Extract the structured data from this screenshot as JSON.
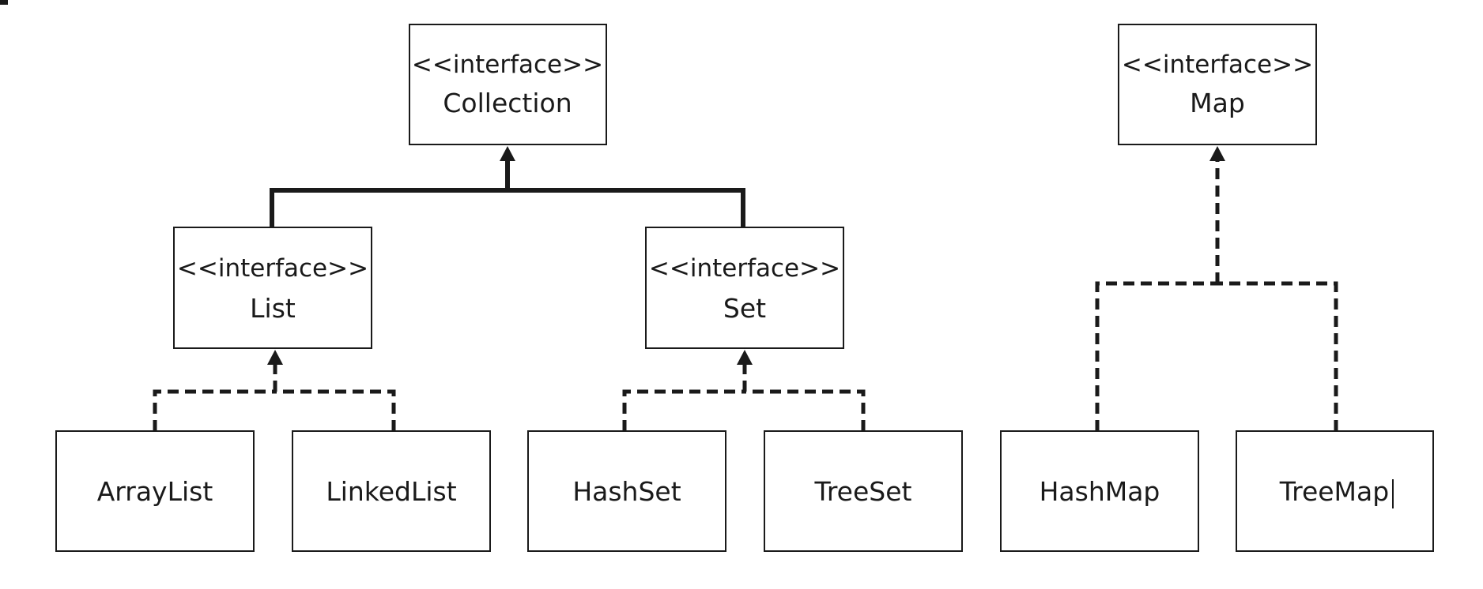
{
  "diagram": {
    "nodes": [
      {
        "id": "collection",
        "stereotype": "<<interface>>",
        "name": "Collection"
      },
      {
        "id": "list",
        "stereotype": "<<interface>>",
        "name": "List"
      },
      {
        "id": "set",
        "stereotype": "<<interface>>",
        "name": "Set"
      },
      {
        "id": "map",
        "stereotype": "<<interface>>",
        "name": "Map"
      },
      {
        "id": "arraylist",
        "stereotype": "",
        "name": "ArrayList"
      },
      {
        "id": "linkedlist",
        "stereotype": "",
        "name": "LinkedList"
      },
      {
        "id": "hashset",
        "stereotype": "",
        "name": "HashSet"
      },
      {
        "id": "treeset",
        "stereotype": "",
        "name": "TreeSet"
      },
      {
        "id": "hashmap",
        "stereotype": "",
        "name": "HashMap"
      },
      {
        "id": "treemap",
        "stereotype": "",
        "name": "TreeMap"
      }
    ],
    "edges": [
      {
        "from": "list",
        "to": "collection",
        "style": "solid"
      },
      {
        "from": "set",
        "to": "collection",
        "style": "solid"
      },
      {
        "from": "arraylist",
        "to": "list",
        "style": "dashed"
      },
      {
        "from": "linkedlist",
        "to": "list",
        "style": "dashed"
      },
      {
        "from": "hashset",
        "to": "set",
        "style": "dashed"
      },
      {
        "from": "treeset",
        "to": "set",
        "style": "dashed"
      },
      {
        "from": "hashmap",
        "to": "map",
        "style": "dashed"
      },
      {
        "from": "treemap",
        "to": "map",
        "style": "dashed"
      }
    ]
  }
}
